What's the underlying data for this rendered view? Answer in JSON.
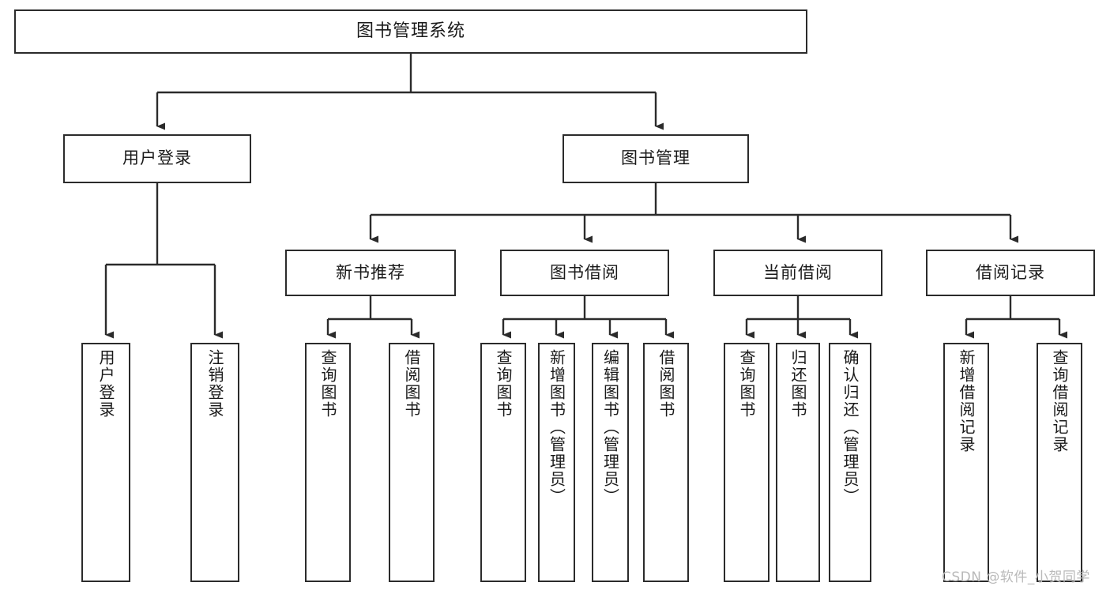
{
  "diagram": {
    "type": "tree",
    "title": "图书管理系统",
    "orientation": "top-down",
    "colors": {
      "stroke": "#2b2b2b",
      "fill": "#ffffff",
      "text": "#1a1a1a",
      "watermark": "#b9b9b9"
    },
    "root": {
      "label": "图书管理系统"
    },
    "level2": [
      {
        "label": "用户登录"
      },
      {
        "label": "图书管理"
      }
    ],
    "level3": [
      {
        "label": "新书推荐"
      },
      {
        "label": "图书借阅"
      },
      {
        "label": "当前借阅"
      },
      {
        "label": "借阅记录"
      }
    ],
    "leaves": {
      "user_login": [
        {
          "label": "用户登录"
        },
        {
          "label": "注销登录"
        }
      ],
      "new_book_recommend": [
        {
          "label": "查询图书"
        },
        {
          "label": "借阅图书"
        }
      ],
      "book_borrow": [
        {
          "label": "查询图书"
        },
        {
          "label": "新增图书（管理员）"
        },
        {
          "label": "编辑图书（管理员）"
        },
        {
          "label": "借阅图书"
        }
      ],
      "current_borrow": [
        {
          "label": "查询图书"
        },
        {
          "label": "归还图书"
        },
        {
          "label": "确认归还（管理员）"
        }
      ],
      "borrow_record": [
        {
          "label": "新增借阅记录"
        },
        {
          "label": "查询借阅记录"
        }
      ]
    }
  },
  "watermark": {
    "text": "CSDN @软件_小贺同学"
  }
}
